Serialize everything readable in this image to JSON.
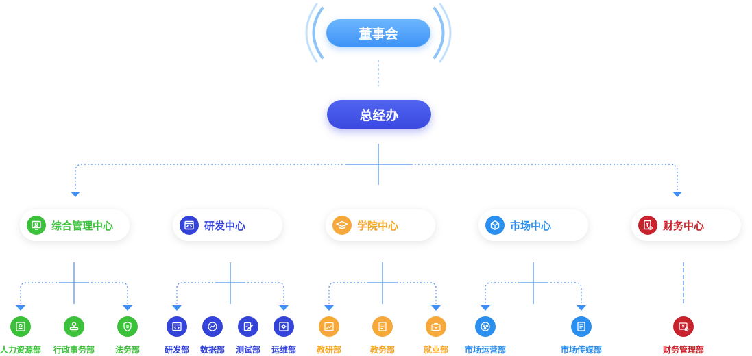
{
  "board": {
    "label": "董事会"
  },
  "ceo_office": {
    "label": "总经办"
  },
  "centers": [
    {
      "label": "综合管理中心",
      "icon": "monitor-user-icon",
      "color": "#3cc13b"
    },
    {
      "label": "研发中心",
      "icon": "code-window-icon",
      "color": "#3444d9"
    },
    {
      "label": "学院中心",
      "icon": "graduation-cap-icon",
      "color": "#f5a623"
    },
    {
      "label": "市场中心",
      "icon": "cube-icon",
      "color": "#2b8ff0"
    },
    {
      "label": "财务中心",
      "icon": "finance-document-icon",
      "color": "#c8232c"
    }
  ],
  "departments": [
    {
      "label": "人力资源部",
      "icon": "person-card-icon",
      "center": 0
    },
    {
      "label": "行政事务部",
      "icon": "stamp-icon",
      "center": 0
    },
    {
      "label": "法务部",
      "icon": "legal-shield-icon",
      "center": 0
    },
    {
      "label": "研发部",
      "icon": "code-window-icon",
      "center": 1
    },
    {
      "label": "数据部",
      "icon": "line-chart-icon",
      "center": 1
    },
    {
      "label": "测试部",
      "icon": "edit-note-icon",
      "center": 1
    },
    {
      "label": "运维部",
      "icon": "settings-screen-icon",
      "center": 1
    },
    {
      "label": "教研部",
      "icon": "chart-board-icon",
      "center": 2
    },
    {
      "label": "教务部",
      "icon": "document-icon",
      "center": 2
    },
    {
      "label": "就业部",
      "icon": "briefcase-icon",
      "center": 2
    },
    {
      "label": "市场运营部",
      "icon": "network-circle-icon",
      "center": 3
    },
    {
      "label": "市场传媒部",
      "icon": "newspaper-icon",
      "center": 3
    },
    {
      "label": "财务管理部",
      "icon": "yuan-check-icon",
      "center": 4
    }
  ]
}
